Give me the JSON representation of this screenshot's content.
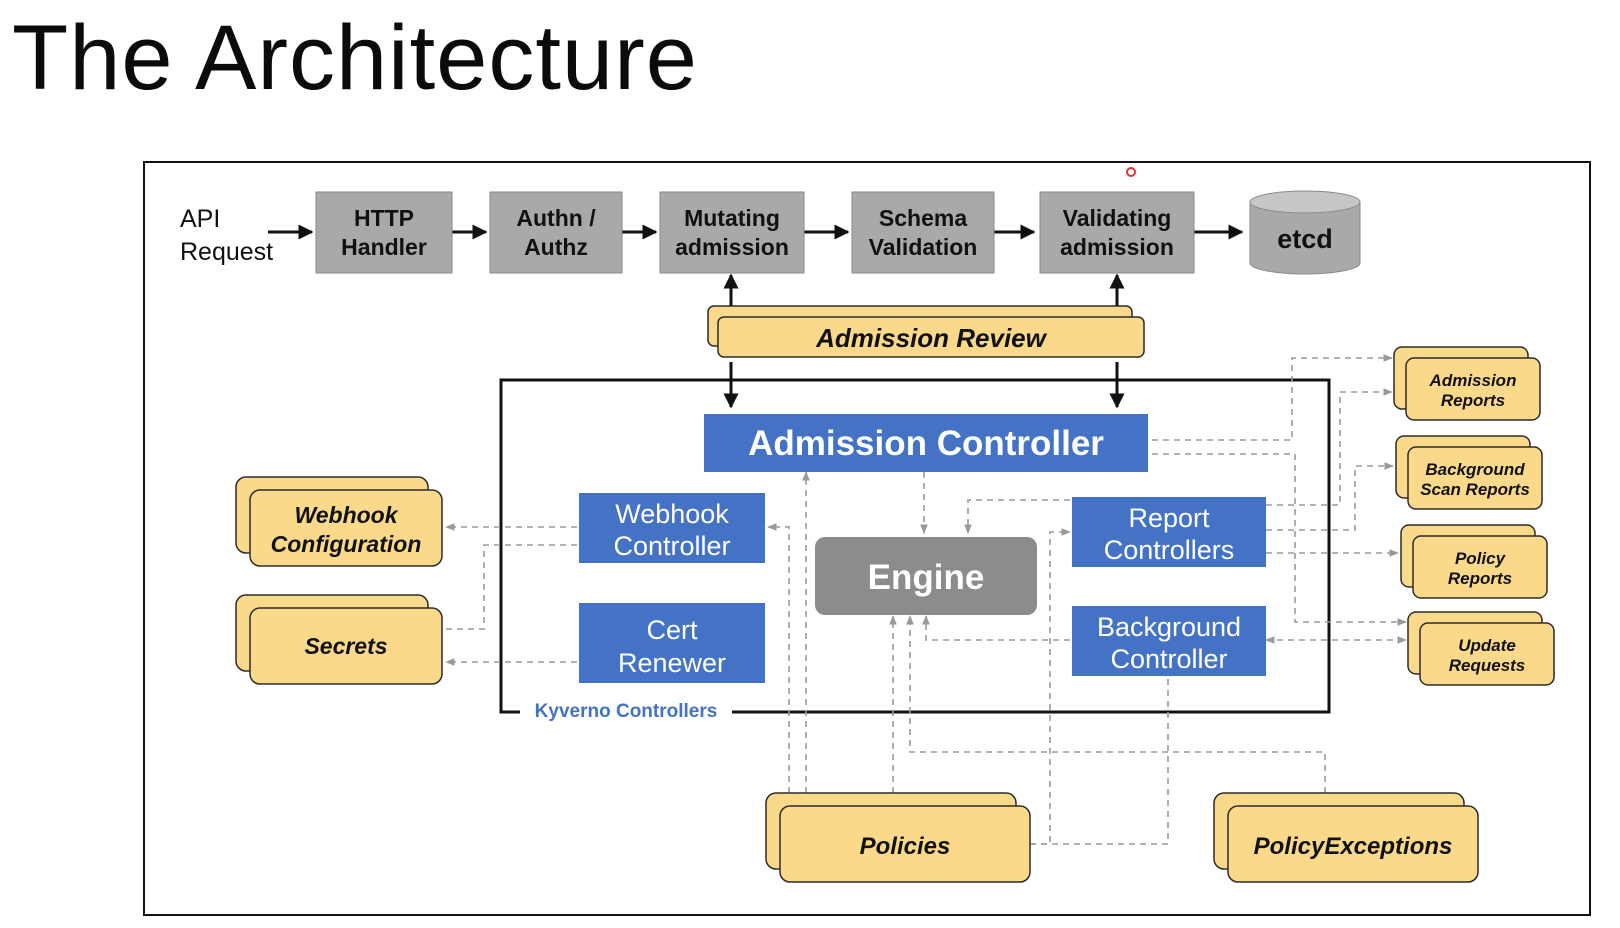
{
  "title": "The Architecture",
  "pipeline": {
    "api_request": [
      "API",
      "Request"
    ],
    "http_handler": [
      "HTTP",
      "Handler"
    ],
    "authn_authz": [
      "Authn /",
      "Authz"
    ],
    "mutating": [
      "Mutating",
      "admission"
    ],
    "schema": [
      "Schema",
      "Validation"
    ],
    "validating": [
      "Validating",
      "admission"
    ],
    "etcd": "etcd"
  },
  "admission_review": "Admission Review",
  "kyverno": {
    "label": "Kyverno Controllers",
    "admission_controller": "Admission Controller",
    "webhook_controller": [
      "Webhook",
      "Controller"
    ],
    "cert_renewer": [
      "Cert",
      "Renewer"
    ],
    "engine": "Engine",
    "report_controllers": [
      "Report",
      "Controllers"
    ],
    "background_controller": [
      "Background",
      "Controller"
    ]
  },
  "resources": {
    "webhook_configuration": [
      "Webhook",
      "Configuration"
    ],
    "secrets": "Secrets",
    "policies": "Policies",
    "policy_exceptions": "PolicyExceptions",
    "admission_reports": [
      "Admission",
      "Reports"
    ],
    "background_scan_reports": [
      "Background",
      "Scan Reports"
    ],
    "policy_reports": [
      "Policy",
      "Reports"
    ],
    "update_requests": [
      "Update",
      "Requests"
    ]
  },
  "colors": {
    "pipeline_gray": "#a9a9a9",
    "controller_blue": "#4472c4",
    "engine_gray": "#8c8c8c",
    "resource_yellow": "#fbd98b"
  }
}
